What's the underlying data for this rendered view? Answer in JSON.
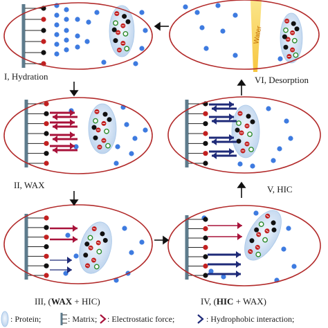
{
  "panels": [
    {
      "label": "I, Hydration",
      "mode": "hydration"
    },
    {
      "label": "II, WAX",
      "mode": "wax"
    },
    {
      "label": "III, (WAX + HIC)",
      "mode": "waxhic",
      "label_parts": [
        "III, (",
        "WAX",
        " + HIC)"
      ]
    },
    {
      "label": "IV, (HIC + WAX)",
      "mode": "hicwax",
      "label_parts": [
        "IV, (",
        "HIC",
        " + WAX)"
      ]
    },
    {
      "label": "V, HIC",
      "mode": "hic"
    },
    {
      "label": "VI, Desorption",
      "mode": "desorption"
    }
  ],
  "water_label": "Water",
  "legend": {
    "protein": ": Protein;",
    "matrix": ": Matrix;",
    "electrostatic": ": Electrostatic force;",
    "hydrophobic": ": Hydrophobic interaction;"
  },
  "colors": {
    "ellipse": "#b22a2a",
    "matrix": "#5d7b8c",
    "dot": "#3e7be0",
    "protein": "#d4e4f5",
    "electrostatic": "#a8123a",
    "hydrophobic": "#1e2a78"
  }
}
